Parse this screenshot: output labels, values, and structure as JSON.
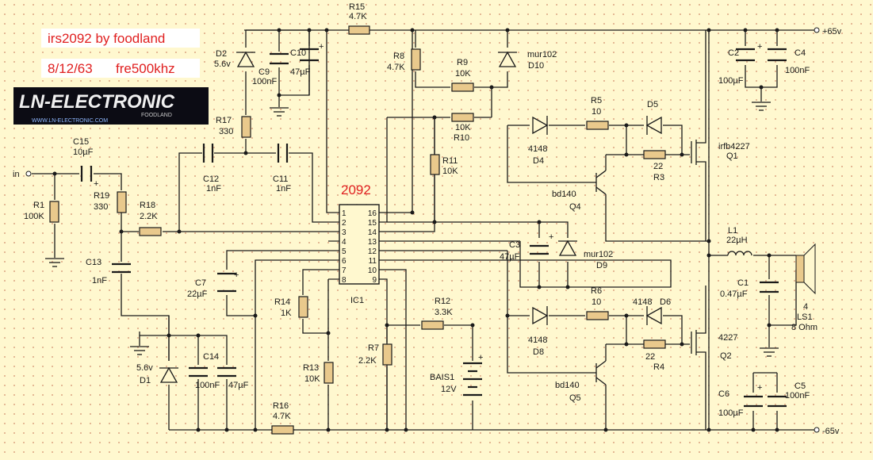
{
  "title": "irs2092 by foodland",
  "date": "8/12/63",
  "freq": "fre500khz",
  "logo": {
    "main": "LN-ELECTRONIC",
    "sub": "FOODLAND",
    "url": "WWW.LN-ELECTRONIC.COM"
  },
  "ic": {
    "name": "2092",
    "ref": "IC1",
    "left_pins": [
      "1",
      "2",
      "3",
      "4",
      "5",
      "6",
      "7",
      "8"
    ],
    "right_pins": [
      "16",
      "15",
      "14",
      "13",
      "12",
      "11",
      "10",
      "9"
    ]
  },
  "rails": {
    "pos": "+65v",
    "neg": "-65v"
  },
  "input_label": "in",
  "parts": {
    "r1": [
      "R1",
      "100K"
    ],
    "r19": [
      "R19",
      "330"
    ],
    "r18": [
      "R18",
      "2.2K"
    ],
    "c15": [
      "C15",
      "10µF"
    ],
    "c13": [
      "C13",
      "1nF"
    ],
    "c12": [
      "C12",
      "1nF"
    ],
    "c11": [
      "C11",
      "1nF"
    ],
    "r17": [
      "R17",
      "330"
    ],
    "d2": [
      "D2",
      "5.6v"
    ],
    "c9": [
      "C9",
      "100nF"
    ],
    "c10": [
      "C10",
      "47µF"
    ],
    "r15": [
      "R15",
      "4.7K"
    ],
    "r8": [
      "R8",
      "4.7K"
    ],
    "r9": [
      "R9",
      "10K"
    ],
    "d10": [
      "mur102",
      "D10"
    ],
    "r10": [
      "10K",
      "R10"
    ],
    "r11": [
      "R11",
      "10K"
    ],
    "c7": [
      "C7",
      "22µF"
    ],
    "r14": [
      "R14",
      "1K"
    ],
    "r13": [
      "R13",
      "10K"
    ],
    "r16": [
      "R16",
      "4.7K"
    ],
    "r12": [
      "R12",
      "3.3K"
    ],
    "r7": [
      "R7",
      "2.2K"
    ],
    "bais": [
      "BAIS1",
      "12V"
    ],
    "d1": [
      "5.6v",
      "D1"
    ],
    "c14": [
      "C14",
      "100nF"
    ],
    "c14b": [
      "47µF"
    ],
    "d4": [
      "4148",
      "D4"
    ],
    "r5": [
      "R5",
      "10"
    ],
    "d5": [
      "D5"
    ],
    "r3": [
      "22",
      "R3"
    ],
    "q1": [
      "irfb4227",
      "Q1"
    ],
    "q4": [
      "bd140",
      "Q4"
    ],
    "c3": [
      "C3",
      "47µF"
    ],
    "d9": [
      "mur102",
      "D9"
    ],
    "d8": [
      "4148",
      "D8"
    ],
    "r6": [
      "R6",
      "10"
    ],
    "d6": [
      "4148",
      "D6"
    ],
    "r4": [
      "22",
      "R4"
    ],
    "q2": [
      "4227",
      "Q2"
    ],
    "q5": [
      "bd140",
      "Q5"
    ],
    "c2": [
      "C2",
      "100µF"
    ],
    "c4": [
      "C4",
      "100nF"
    ],
    "l1": [
      "L1",
      "22µH"
    ],
    "c1": [
      "C1",
      "0.47µF"
    ],
    "ls1": [
      "4",
      "LS1",
      "8 Ohm"
    ],
    "c6": [
      "C6",
      "100µF"
    ],
    "c5": [
      "C5",
      "100nF"
    ]
  }
}
